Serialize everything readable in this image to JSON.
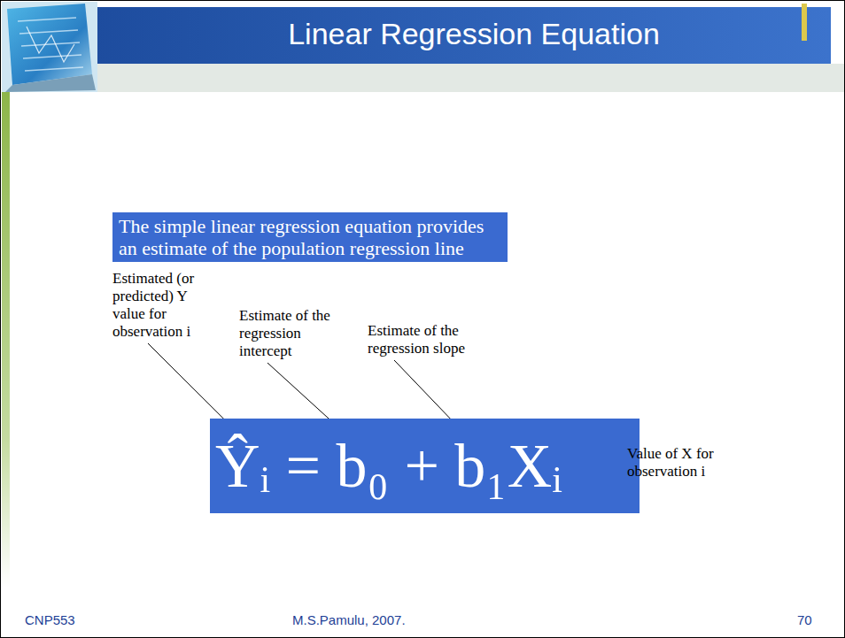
{
  "diagram": {
    "title": "Linear Regression Equation",
    "nodes": [
      {
        "text": [
          "The simple linear regression equation provides an estimate of the population regression line"
        ]
      },
      {
        "text": [
          "Ŷᵢ = b₀ + b₁Xᵢ"
        ]
      }
    ],
    "labels": [
      "Estimated (or predicted) Y value for observation i",
      "Estimate of the regression intercept",
      "Estimate of the regression slope",
      "Value of X for observation i",
      "CNP553",
      "M.S.Pamulu, 2007.",
      "70"
    ]
  }
}
